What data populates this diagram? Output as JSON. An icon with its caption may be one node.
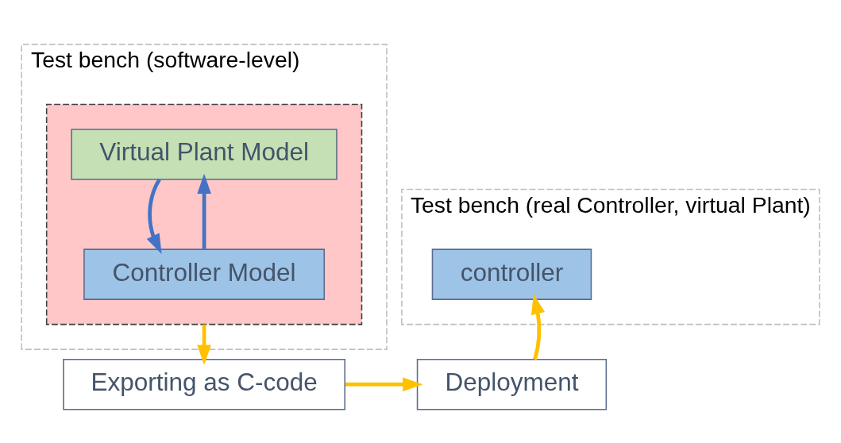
{
  "diagram": {
    "nodes": [
      {
        "text": [
          "Test bench (software-level)"
        ]
      },
      {
        "text": [],
        "shape": "box",
        "in": 0
      },
      {
        "text": [
          "Virtual Plant Model"
        ],
        "in": 1
      },
      {
        "text": [
          "Controller Model"
        ],
        "in": 1
      },
      {
        "text": [
          "Test bench (real Controller, virtual Plant)"
        ]
      },
      {
        "text": [
          "controller"
        ],
        "in": 4
      },
      {
        "text": [
          "Exporting as C-code"
        ]
      },
      {
        "text": [
          "Deployment"
        ]
      }
    ],
    "edges": [
      {
        "from": 3,
        "to": 2,
        "arrow": "to",
        "color": "#4472c4"
      },
      {
        "from": 2,
        "to": 3,
        "arrow": "to",
        "color": "#4472c4"
      },
      {
        "from": 1,
        "to": 6,
        "arrow": "to",
        "color": "#ffc000"
      },
      {
        "from": 6,
        "to": 7,
        "arrow": "to",
        "color": "#ffc000"
      },
      {
        "from": 7,
        "to": 5,
        "arrow": "to",
        "color": "#ffc000"
      }
    ]
  }
}
